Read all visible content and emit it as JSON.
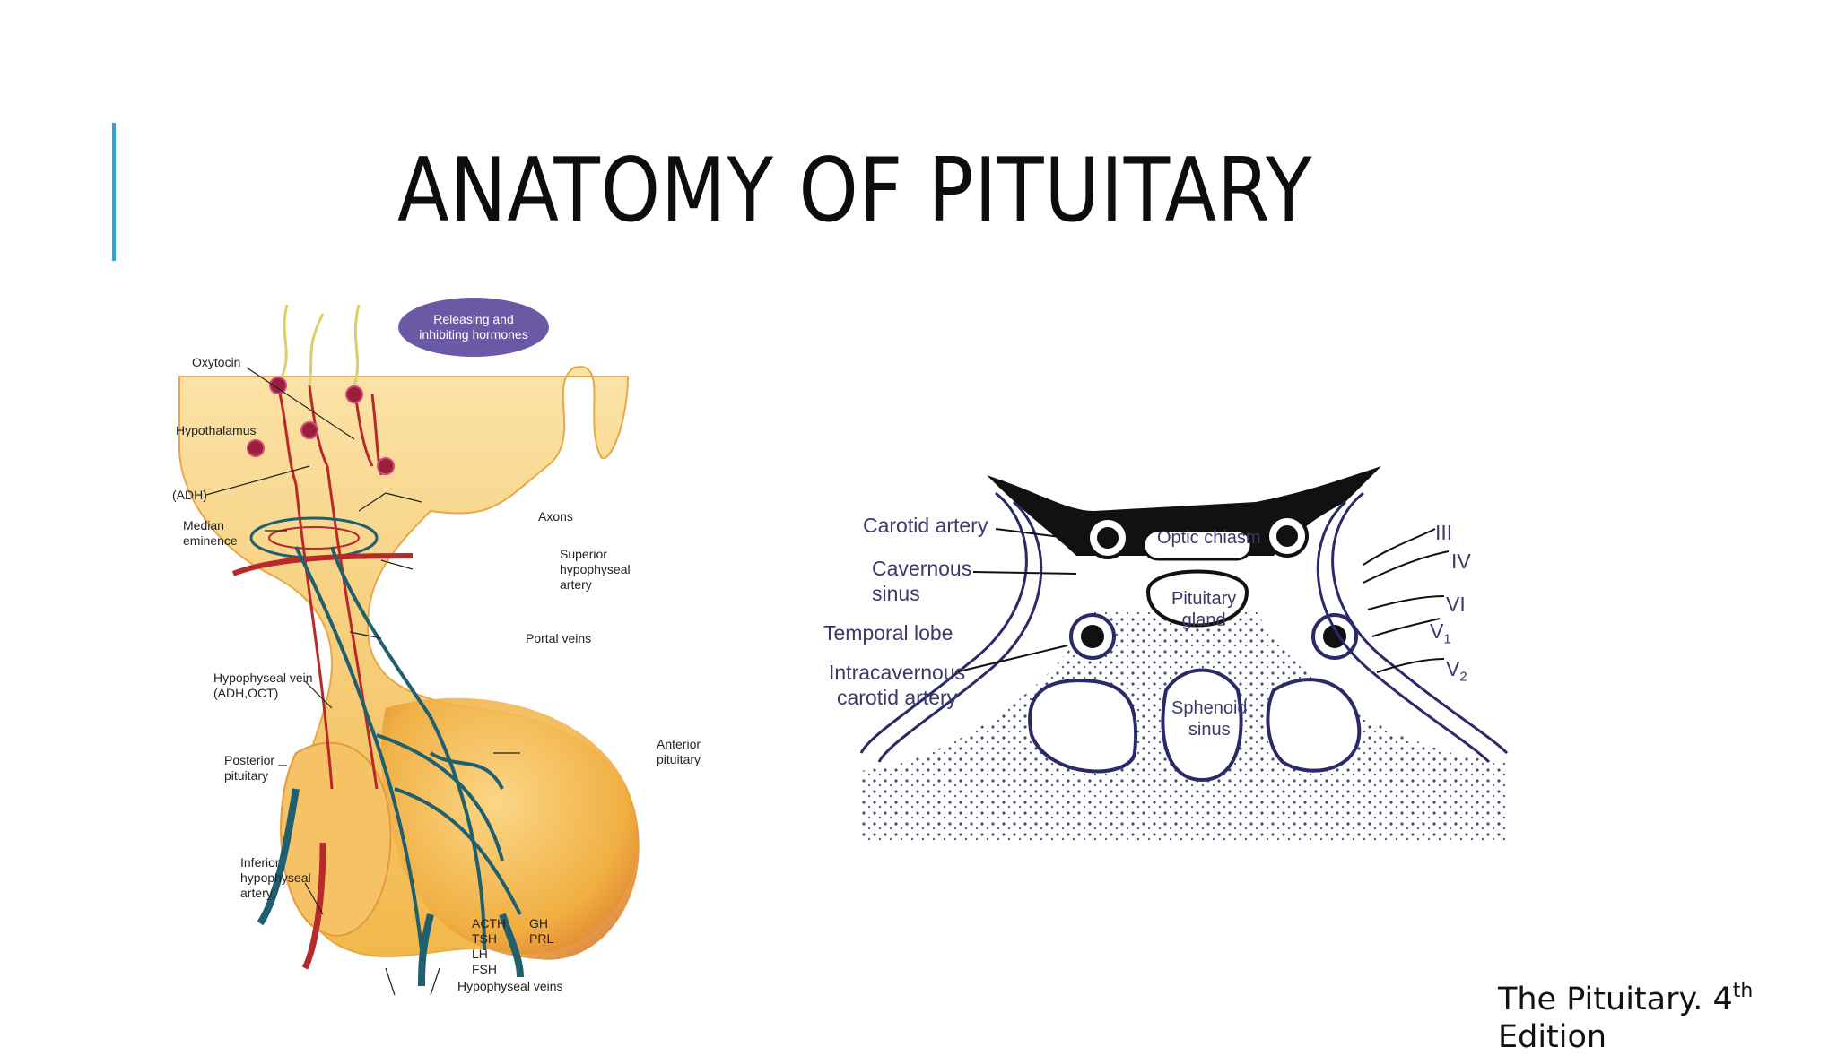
{
  "slide": {
    "title": "ANATOMY OF PITUITARY",
    "accent_color": "#2aa7d3",
    "citation": {
      "text": "The Pituitary. 4",
      "sup": "th",
      "line2": "Edition"
    }
  },
  "figure_left": {
    "bubble": [
      "Releasing and",
      "inhibiting hormones"
    ],
    "labels": {
      "oxytocin": "Oxytocin",
      "hypothalamus": "Hypothalamus",
      "adh": "(ADH)",
      "median_eminence": [
        "Median",
        "eminence"
      ],
      "axons": "Axons",
      "superior_artery": [
        "Superior",
        "hypophyseal",
        "artery"
      ],
      "portal_veins": "Portal veins",
      "hypophyseal_vein": [
        "Hypophyseal vein",
        "(ADH,OCT)"
      ],
      "posterior_pituitary": [
        "Posterior",
        "pituitary"
      ],
      "anterior_pituitary": [
        "Anterior",
        "pituitary"
      ],
      "inferior_artery": [
        "Inferior",
        "hypophyseal",
        "artery"
      ],
      "hormones_col1": [
        "ACTH",
        "TSH",
        "LH",
        "FSH"
      ],
      "hormones_col2": [
        "GH",
        "PRL"
      ],
      "hypophyseal_veins": "Hypophyseal veins"
    }
  },
  "figure_right": {
    "labels": {
      "carotid_artery": "Carotid artery",
      "cavernous_sinus": [
        "Cavernous",
        "sinus"
      ],
      "temporal_lobe": "Temporal lobe",
      "intracavernous": [
        "Intracavernous",
        "carotid artery"
      ],
      "optic_chiasm": "Optic chiasm",
      "pituitary_gland": [
        "Pituitary",
        "gland"
      ],
      "sphenoid_sinus": [
        "Sphenoid",
        "sinus"
      ],
      "nerve_iii": "III",
      "nerve_iv": "IV",
      "nerve_vi": "VI",
      "nerve_v1": "V",
      "nerve_v1_sub": "1",
      "nerve_v2": "V",
      "nerve_v2_sub": "2"
    }
  }
}
